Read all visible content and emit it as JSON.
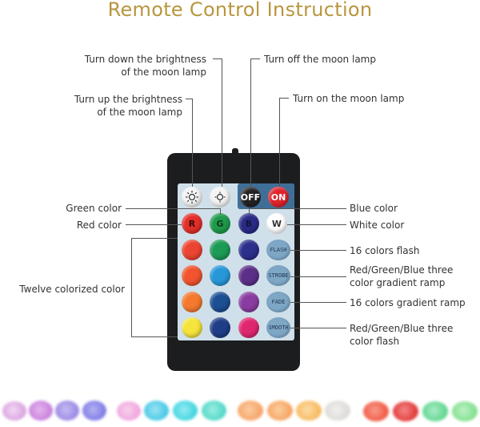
{
  "title": "Remote Control Instruction",
  "labels": {
    "turn_down": [
      "Turn down the brightness",
      "of the moon lamp"
    ],
    "turn_up": [
      "Turn up the brightness",
      "of the moon lamp"
    ],
    "turn_off": "Turn off the moon lamp",
    "turn_on": "Turn on the moon lamp",
    "green_color": "Green color",
    "red_color": "Red color",
    "twelve_colors": "Twelve colorized color",
    "blue_color": "Blue color",
    "white_color": "White color",
    "flash16": "16 colors flash",
    "rgb_gradient": [
      "Red/Green/Blue three",
      "color gradient ramp"
    ],
    "gradient16": "16 colors gradient ramp",
    "rgb_flash": [
      "Red/Green/Blue three",
      "color flash"
    ]
  },
  "remote": {
    "top_row": [
      {
        "name": "brightness-up-button",
        "label": "",
        "icon": "sun-icon"
      },
      {
        "name": "brightness-down-button",
        "label": "",
        "icon": "sun-icon"
      },
      {
        "name": "off-button",
        "label": "OFF",
        "color": "#232323"
      },
      {
        "name": "on-button",
        "label": "ON",
        "color": "#e1242b"
      }
    ],
    "rgbw_row": [
      {
        "name": "red-button",
        "label": "R",
        "color": "#e32f2a"
      },
      {
        "name": "green-button",
        "label": "G",
        "color": "#1f9a4a"
      },
      {
        "name": "blue-button",
        "label": "B",
        "color": "#2b2a86"
      },
      {
        "name": "white-button",
        "label": "W",
        "color": "#ffffff"
      }
    ],
    "color_grid": [
      [
        "#ec4432",
        "#1d9a55",
        "#2d2f8d"
      ],
      [
        "#f1542f",
        "#2797d8",
        "#5b2f87"
      ],
      [
        "#f4792e",
        "#1d4f93",
        "#8a3da1"
      ],
      [
        "#f5e43b",
        "#1f3e88",
        "#e0276e"
      ]
    ],
    "function_buttons": [
      "FLASH",
      "STROBE",
      "FADE",
      "SMOOTH"
    ]
  },
  "lamp_colors": [
    "#d9a4e0",
    "#c77fdc",
    "#9a86e4",
    "#7f7ae6",
    "#f0a3dc",
    "#46c8e6",
    "#3fd4e0",
    "#4fd8c6",
    "#f6a265",
    "#f6a360",
    "#f8b85e",
    "#dcdad7",
    "#f05a45",
    "#e13a38",
    "#5fd690",
    "#7fe08c"
  ]
}
